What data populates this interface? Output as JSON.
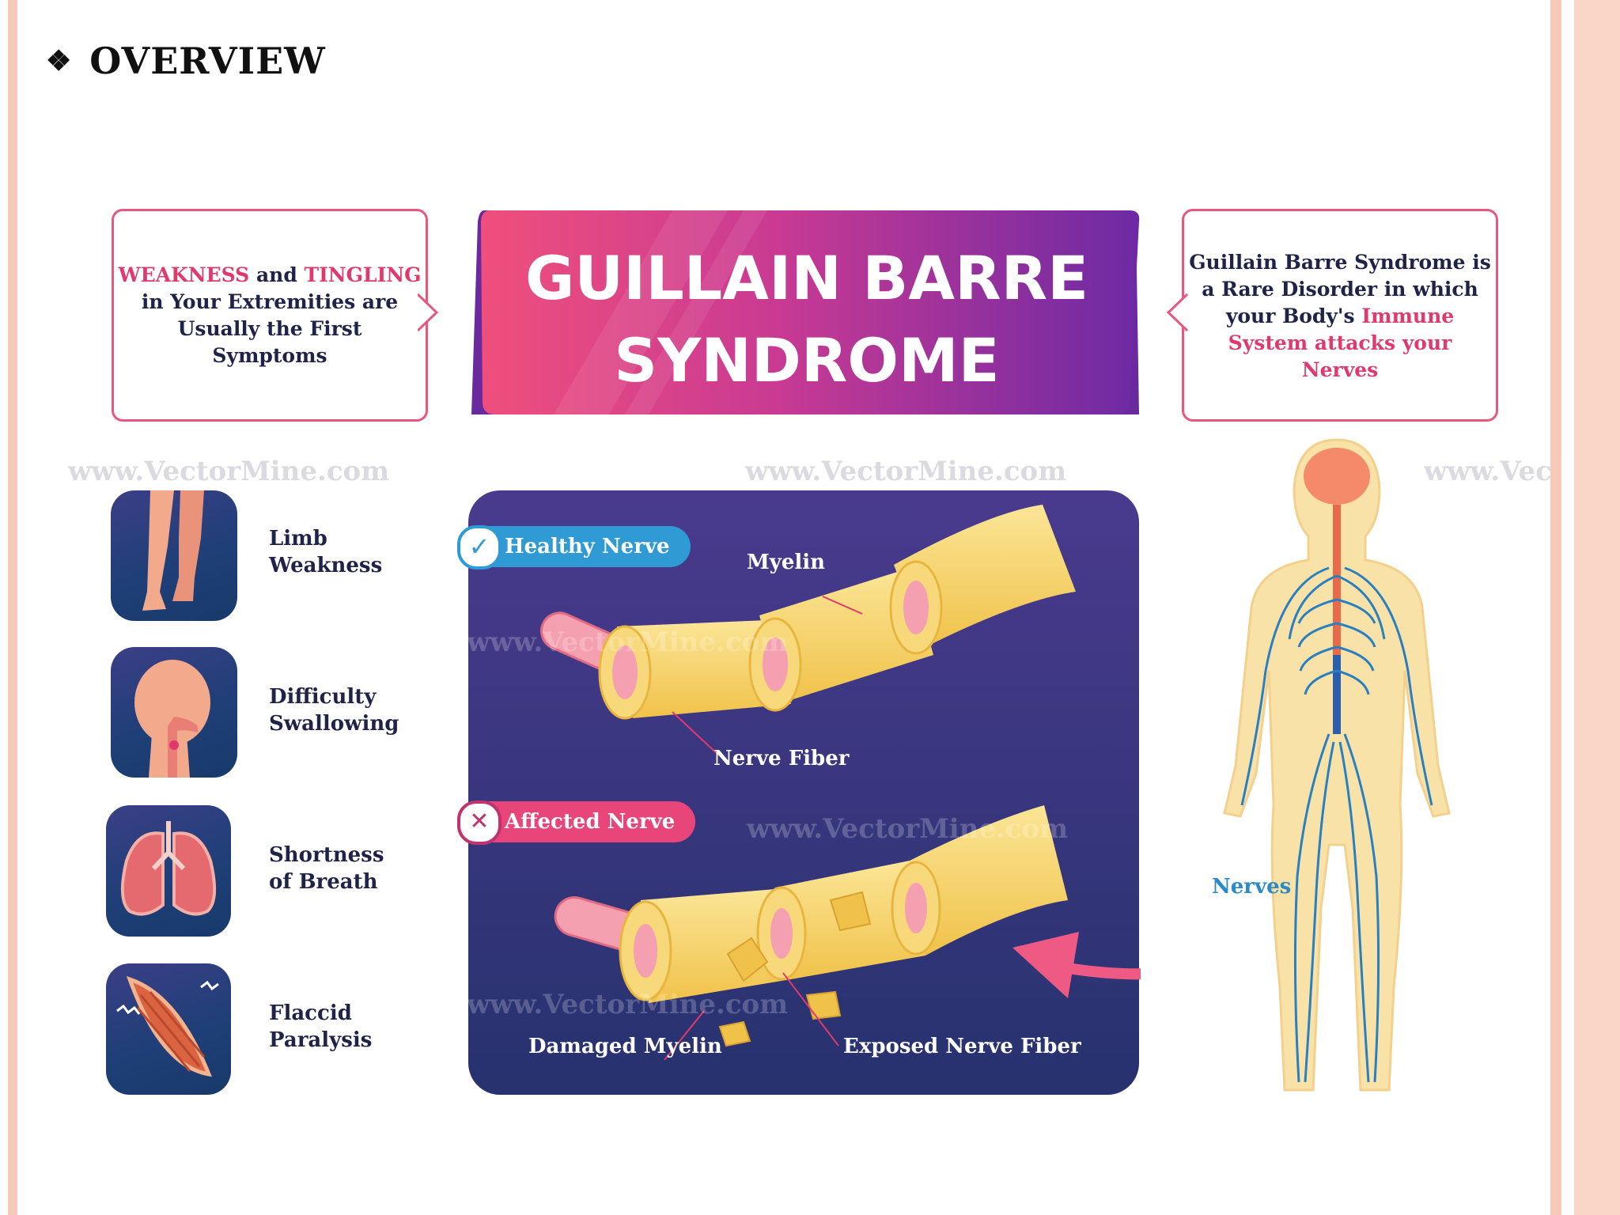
{
  "slide": {
    "title": "OVERVIEW",
    "bullet": "❖"
  },
  "header_banner": {
    "line1": "GUILLAIN BARRE",
    "line2": "SYNDROME"
  },
  "left_card": {
    "w1": "WEAKNESS",
    "w2": " and ",
    "w3": "TINGLING",
    "line2": "in Your Extremities are",
    "line3": "Usually the First",
    "line4": "Symptoms"
  },
  "right_card": {
    "line1": "Guillain Barre Syndrome is",
    "line2": "a Rare Disorder in which",
    "line3a": "your Body's ",
    "line3b": "Immune",
    "line4": "System attacks your",
    "line5": "Nerves"
  },
  "symptoms": [
    {
      "l1": "Limb",
      "l2": "Weakness",
      "icon": "legs-icon"
    },
    {
      "l1": "Difficulty",
      "l2": "Swallowing",
      "icon": "head-throat-icon"
    },
    {
      "l1": "Shortness",
      "l2": "of Breath",
      "icon": "lungs-icon"
    },
    {
      "l1": "Flaccid",
      "l2": "Paralysis",
      "icon": "muscle-icon"
    }
  ],
  "nerve_panel": {
    "healthy": "Healthy Nerve",
    "affected": "Affected Nerve",
    "myelin": "Myelin",
    "nerve_fiber": "Nerve Fiber",
    "damaged_myelin": "Damaged Myelin",
    "exposed_fiber": "Exposed Nerve Fiber"
  },
  "body": {
    "nerves_label": "Nerves"
  },
  "watermark": "www.VectorMine.com",
  "colors": {
    "accent": "#e0396d",
    "navy": "#1f2348",
    "panel": "#3a3585",
    "myelin": "#f6d46a",
    "nerve_blue": "#2a7fc0"
  }
}
